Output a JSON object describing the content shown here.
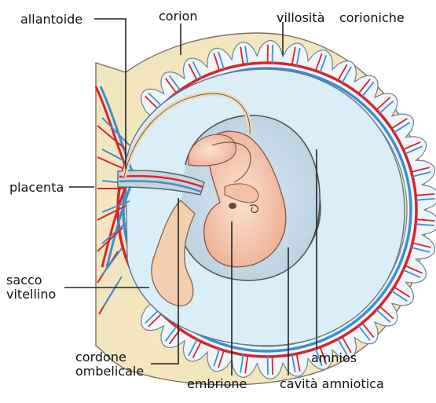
{
  "labels": {
    "allantoide": "allantoide",
    "corion": "corion",
    "villosita": "villosità",
    "corioniche": "corioniche",
    "placenta": "placenta",
    "sacco_line1": "sacco",
    "sacco_line2": "vitellino",
    "cordone_line1": "cordone",
    "cordone_line2": "ombelicale",
    "embrione": "embrione",
    "amnios": "amnios",
    "cavita_amniotica": "cavità amniotica"
  },
  "colors": {
    "endometrium": "#f3e6bf",
    "endometrium_edge": "#7a7060",
    "villi_fill": "#eef6fa",
    "artery_red": "#d8242a",
    "vein_blue": "#3d8ed0",
    "chorionic_cavity": "#d9eef7",
    "amnion_fill": "#c4d9e6",
    "embryo_pink": "#f6c7ae",
    "yolk_sac": "#f2cfae"
  }
}
